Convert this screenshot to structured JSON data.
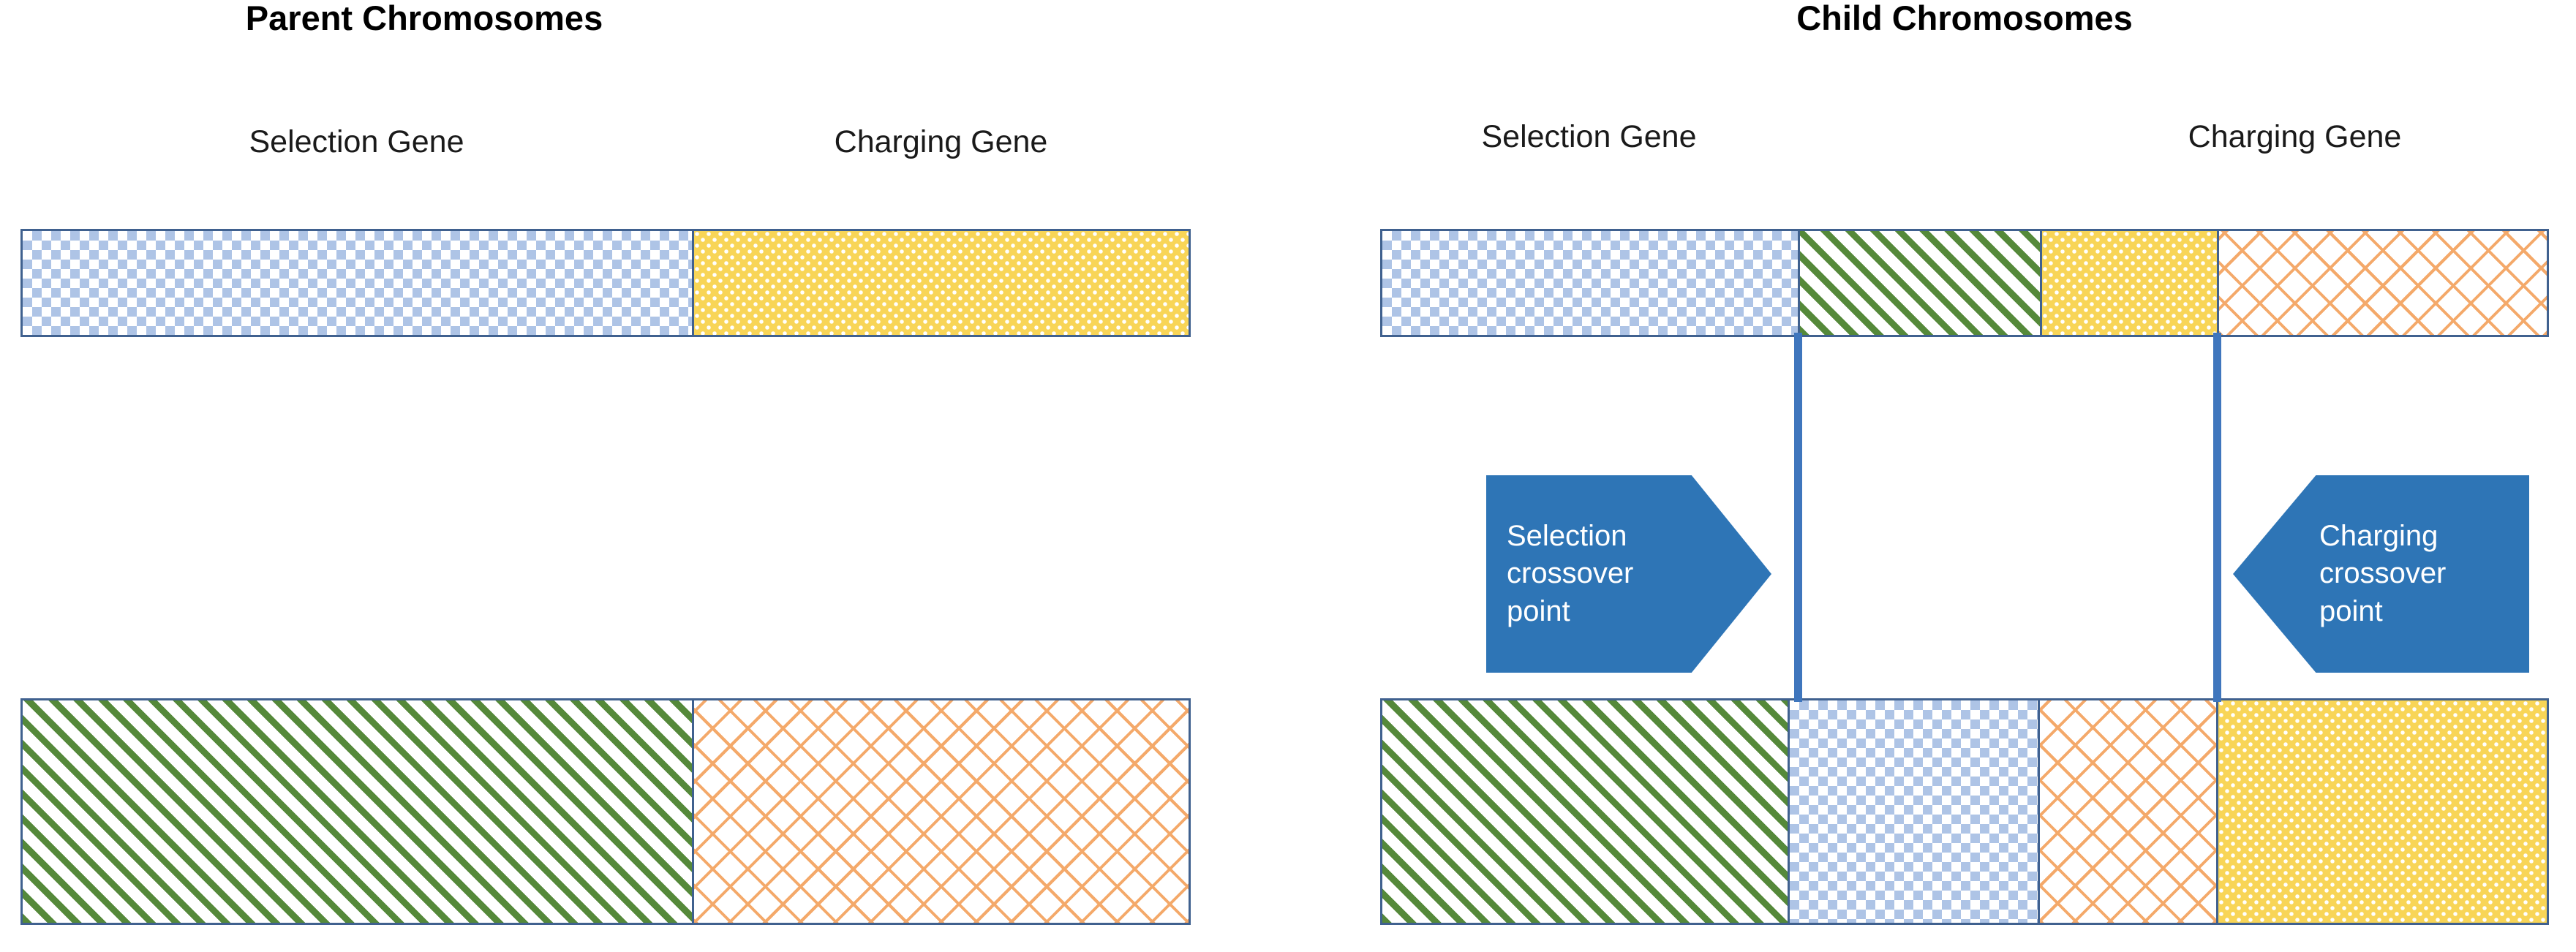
{
  "figure": {
    "kind": "genetic-algorithm-crossover-diagram",
    "background": "#ffffff"
  },
  "colors": {
    "pattern_blue": "#aec4e6",
    "pattern_green": "#55893a",
    "pattern_yellow": "#f8d557",
    "pattern_orange": "#f4a96a",
    "outline_blue": "#40618f",
    "callout_blue": "#2e75b6",
    "crossover_line_blue": "#3f76bd",
    "heading_text": "#000000",
    "callout_text": "#ffffff"
  },
  "panels": [
    {
      "id": "parent",
      "title": "Parent Chromosomes",
      "gene_labels": [
        {
          "text": "Selection Gene"
        },
        {
          "text": "Charging Gene"
        }
      ],
      "chromosomes": [
        {
          "name": "parent-chromosome-1",
          "segments": [
            {
              "gene": "Selection Gene",
              "fill": "blue",
              "width_pct": 57.4
            },
            {
              "gene": "Charging Gene",
              "fill": "yellow",
              "width_pct": 42.6
            }
          ]
        },
        {
          "name": "parent-chromosome-2",
          "segments": [
            {
              "gene": "Selection Gene",
              "fill": "green",
              "width_pct": 57.4
            },
            {
              "gene": "Charging Gene",
              "fill": "orange",
              "width_pct": 42.6
            }
          ]
        }
      ]
    },
    {
      "id": "child",
      "title": "Child Chromosomes",
      "gene_labels": [
        {
          "text": "Selection Gene"
        },
        {
          "text": "Charging Gene"
        }
      ],
      "chromosomes": [
        {
          "name": "child-chromosome-1",
          "segments": [
            {
              "gene": "Selection Gene",
              "fill": "blue",
              "width_pct": 35.7
            },
            {
              "gene": "Selection Gene",
              "fill": "green",
              "width_pct": 20.8
            },
            {
              "gene": "Charging Gene",
              "fill": "yellow",
              "width_pct": 15.2
            },
            {
              "gene": "Charging Gene",
              "fill": "orange",
              "width_pct": 28.3
            }
          ]
        },
        {
          "name": "child-chromosome-2",
          "segments": [
            {
              "gene": "Selection Gene",
              "fill": "green",
              "width_pct": 34.8
            },
            {
              "gene": "Selection Gene",
              "fill": "blue",
              "width_pct": 21.5
            },
            {
              "gene": "Charging Gene",
              "fill": "orange",
              "width_pct": 15.3
            },
            {
              "gene": "Charging Gene",
              "fill": "yellow",
              "width_pct": 28.4
            }
          ]
        }
      ]
    }
  ],
  "callouts": [
    {
      "id": "selection-crossover",
      "direction": "right",
      "lines": [
        "Selection",
        "crossover",
        "point"
      ]
    },
    {
      "id": "charging-crossover",
      "direction": "left",
      "lines": [
        "Charging",
        "crossover",
        "point"
      ]
    }
  ],
  "crossover_lines": [
    {
      "id": "selection-crossover-line"
    },
    {
      "id": "charging-crossover-line"
    }
  ]
}
